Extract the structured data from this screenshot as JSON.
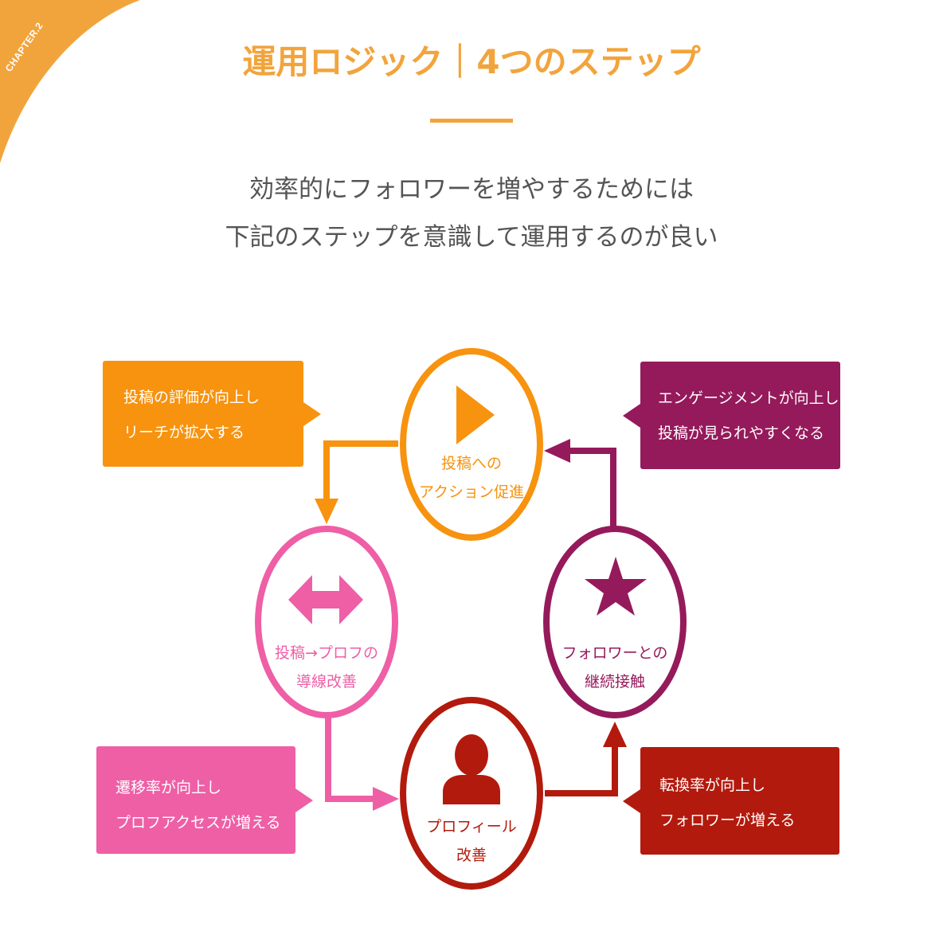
{
  "corner_badge": {
    "label": "CHAPTER.2",
    "color": "#f2a43c"
  },
  "title": "運用ロジック｜4つのステップ",
  "subtitle": {
    "line1": "効率的にフォロワーを増やするためには",
    "line2": "下記のステップを意識して運用するのが良い"
  },
  "colors": {
    "accent": "#f2a43c",
    "orange": "#f7930f",
    "purple": "#951a5b",
    "pink": "#ee5fa6",
    "red": "#b21a0d"
  },
  "nodes": {
    "action": {
      "icon": "play-icon",
      "line1": "投稿への",
      "line2": "アクション促進"
    },
    "continue": {
      "icon": "star-icon",
      "line1": "フォロワーとの",
      "line2": "継続接触"
    },
    "navigation": {
      "icon": "double-arrow-icon",
      "line1": "投稿→プロフの",
      "line2": "導線改善"
    },
    "profile": {
      "icon": "person-icon",
      "line1": "プロフィール",
      "line2": "改善"
    }
  },
  "callouts": {
    "reach": {
      "line1": "投稿の評価が向上し",
      "line2": "リーチが拡大する"
    },
    "engagement": {
      "line1": "エンゲージメントが向上し",
      "line2": "投稿が見られやすくなる"
    },
    "transition": {
      "line1": "遷移率が向上し",
      "line2": "プロフアクセスが増える"
    },
    "conversion": {
      "line1": "転換率が向上し",
      "line2": "フォロワーが増える"
    }
  }
}
